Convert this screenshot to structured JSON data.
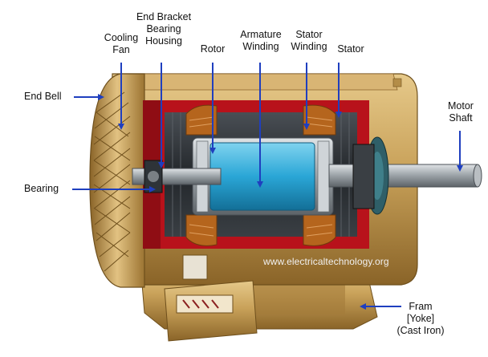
{
  "labels": {
    "end_bell": "End Bell",
    "cooling_fan": [
      "Cooling",
      "Fan"
    ],
    "end_bracket": [
      "End Bracket",
      "Bearing",
      "Housing"
    ],
    "rotor": "Rotor",
    "armature_winding": [
      "Armature",
      "Winding"
    ],
    "stator_winding": [
      "Stator",
      "Winding"
    ],
    "stator": "Stator",
    "motor_shaft": [
      "Motor",
      "Shaft"
    ],
    "bearing": "Bearing",
    "frame": [
      "Fram",
      "[Yoke]",
      "(Cast Iron)"
    ]
  },
  "watermark": "www.electricaltechnology.org",
  "colors": {
    "arrow": "#1f3fbf",
    "casing": "#c9a25a",
    "cutaway": "#b8121b",
    "armature": "#2aa6d6",
    "winding": "#b5651d",
    "shaft": "#8e9499"
  }
}
